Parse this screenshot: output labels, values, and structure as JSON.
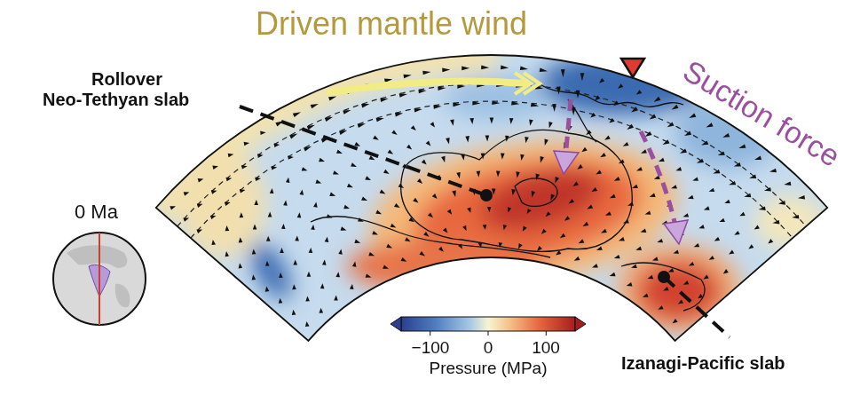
{
  "diagram": {
    "labels": [
      "Driven mantle wind",
      "Suction force",
      "Rollover Neo-Tethyan slab",
      "0 Ma",
      "−100",
      "0",
      "100",
      "Pressure (MPa)",
      "Izanagi-Pacific slab"
    ]
  }
}
